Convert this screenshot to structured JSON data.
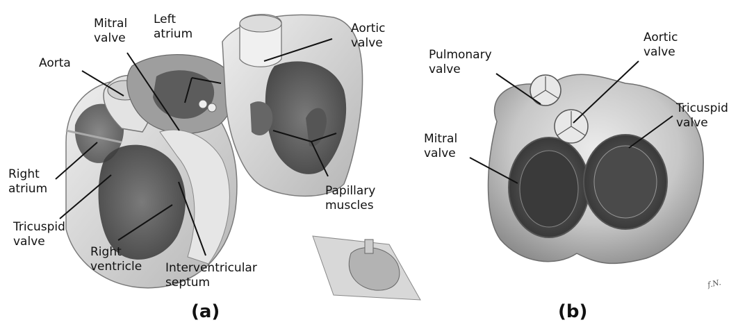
{
  "panel_a": {
    "mark": "(a)",
    "labels": {
      "mitral_valve": "Mitral\nvalve",
      "left_atrium": "Left\natrium",
      "aortic_valve": "Aortic\nvalve",
      "aorta": "Aorta",
      "right_atrium": "Right\natrium",
      "tricuspid_valve": "Tricuspid\nvalve",
      "right_ventricle": "Right\nventricle",
      "interventricular_septum": "Interventricular\nseptum",
      "papillary_muscles": "Papillary\nmuscles"
    }
  },
  "panel_b": {
    "mark": "(b)",
    "labels": {
      "pulmonary_valve": "Pulmonary\nvalve",
      "aortic_valve": "Aortic\nvalve",
      "tricuspid_valve": "Tricuspid\nvalve",
      "mitral_valve": "Mitral\nvalve"
    }
  },
  "colors": {
    "line": "#111111",
    "tissue_light": "#d9d9d9",
    "tissue_mid": "#a8a8a8",
    "tissue_dark": "#5a5a5a",
    "cavity": "#3e3e3e"
  }
}
